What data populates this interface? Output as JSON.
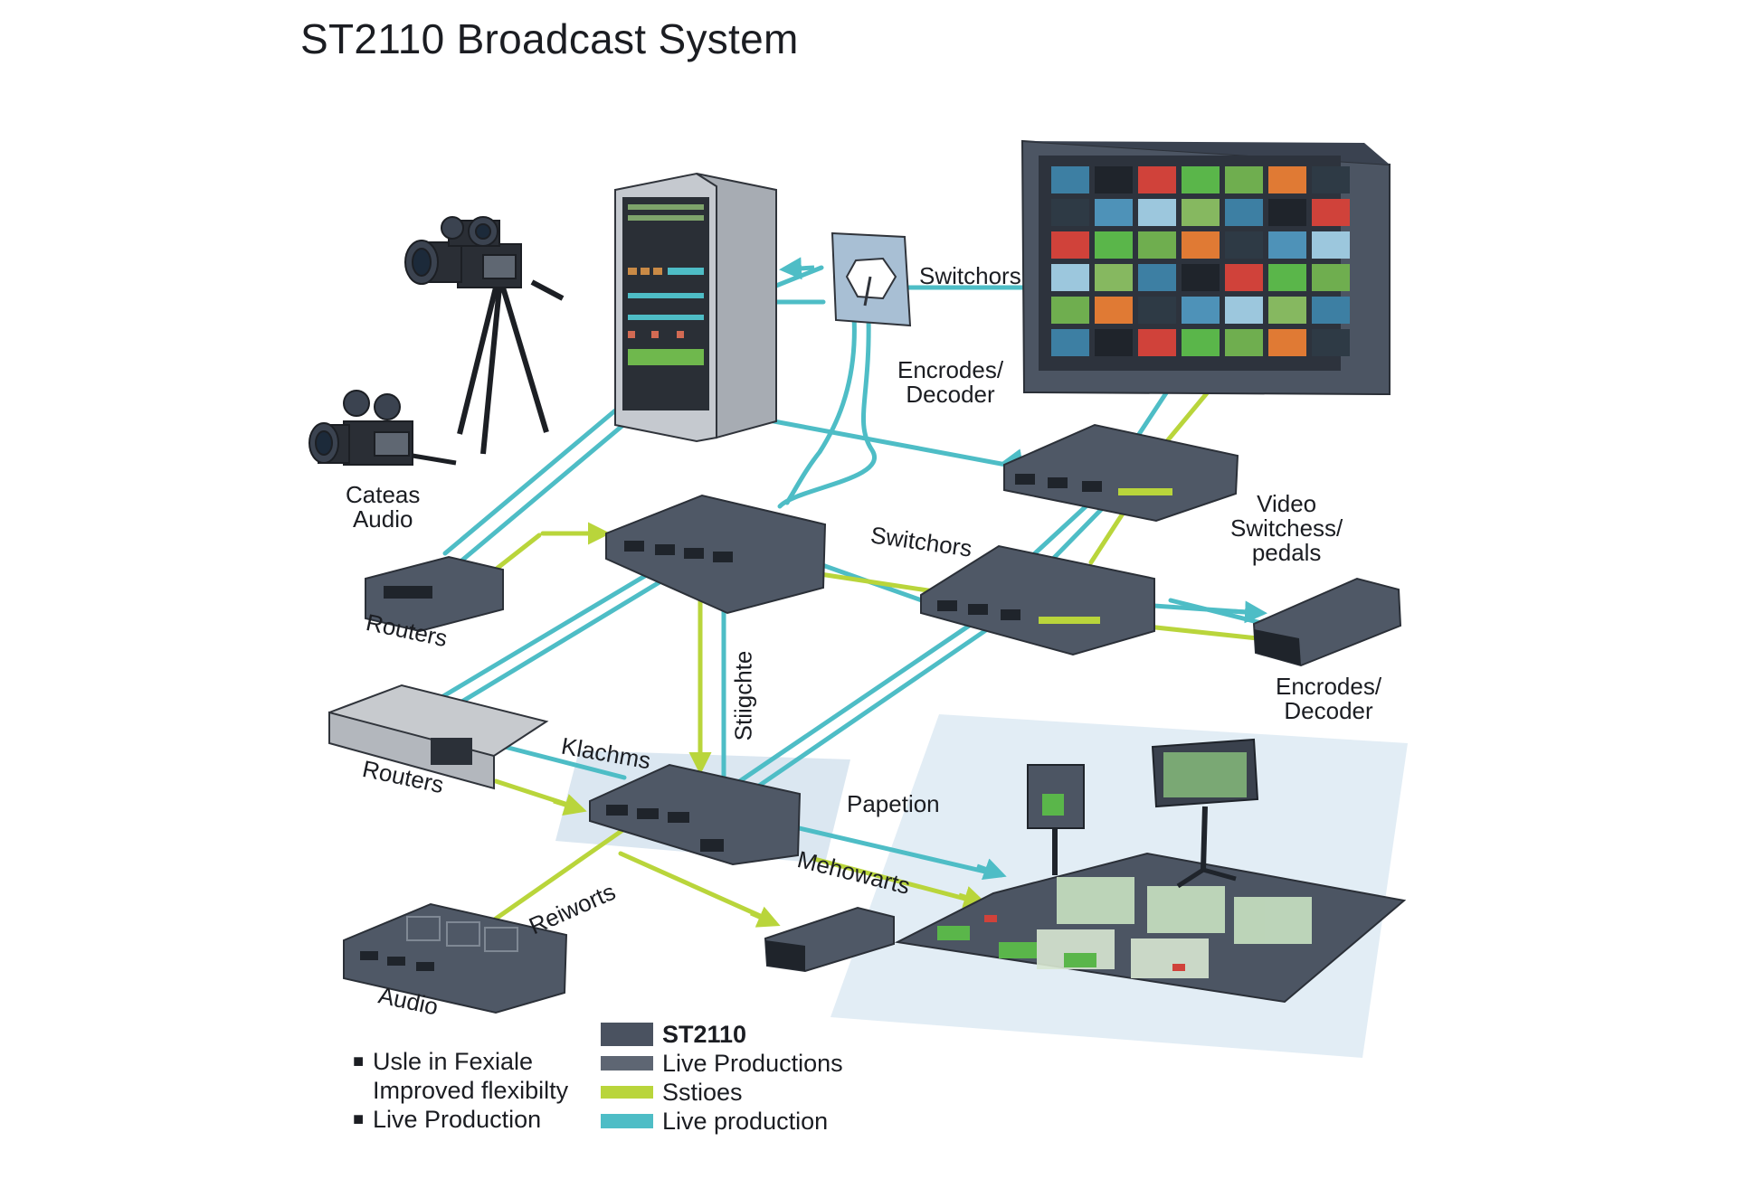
{
  "title": "ST2110 Broadcast System",
  "labels": {
    "cameras_audio": [
      "Cateas",
      "Audio"
    ],
    "routers_1": "Routers",
    "routers_2": "Routers",
    "audio": "Audio",
    "switchors_top": "Switchors",
    "encoder_decoder_top": [
      "Encrodes/",
      "Decoder"
    ],
    "switchors_mid": "Switchors",
    "video_switchers": [
      "Video",
      "Switchess/",
      "pedals"
    ],
    "encoder_decoder_right": [
      "Encrodes/",
      "Decoder"
    ],
    "stiigchte": "Stiigchte",
    "klachms": "Klachms",
    "papetion": "Papetion",
    "mehowarts": "Mehowarts",
    "reiworts": "Reiworts"
  },
  "notes": [
    {
      "bullet": true,
      "text": "Usle in Fexiale"
    },
    {
      "bullet": false,
      "text": "Improved flexibilty"
    },
    {
      "bullet": true,
      "text": "Live Production"
    }
  ],
  "legend": [
    {
      "label": "ST2110",
      "color": "#4a5260",
      "bold": true
    },
    {
      "label": "Live Productions",
      "color": "#5e6673",
      "bold": false
    },
    {
      "label": "Sstioes",
      "color": "#b9d53b",
      "bold": false
    },
    {
      "label": "Live production",
      "color": "#4ebdc6",
      "bold": false
    }
  ],
  "colors": {
    "teal_link": "#4ebdc6",
    "green_link": "#b9d53b",
    "device_dark": "#4c5563",
    "device_light": "#b8bcc2",
    "surface_area": "#dbe8f2"
  }
}
